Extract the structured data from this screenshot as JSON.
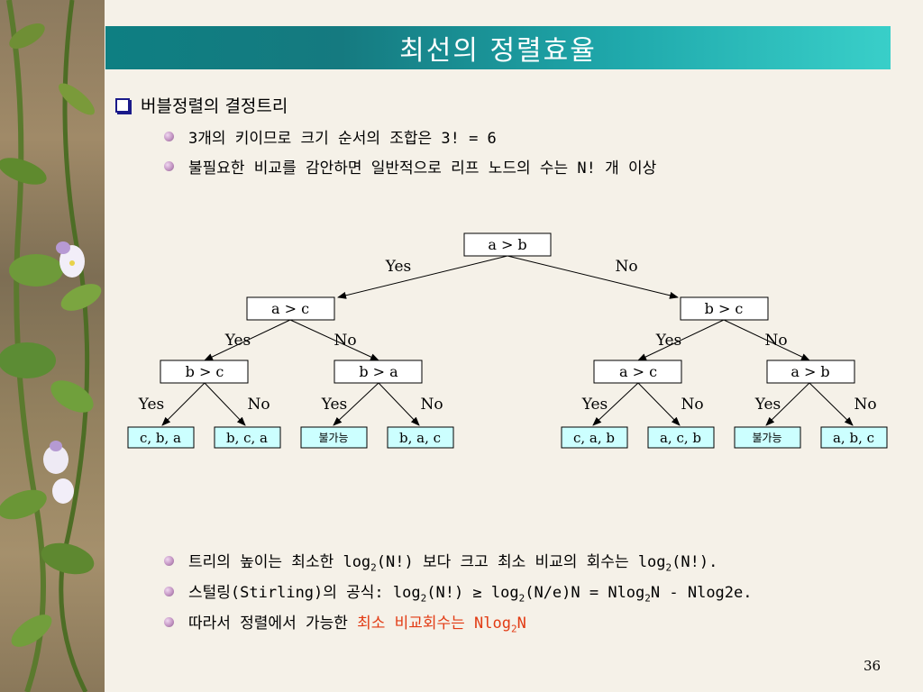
{
  "title": "최선의 정렬효율",
  "heading": "버블정렬의 결정트리",
  "top_bullets": [
    "3개의 키이므로 크기 순서의 조합은 3! = 6",
    "불필요한 비교를 감안하면 일반적으로 리프 노드의 수는 N! 개 이상"
  ],
  "tree": {
    "root": "a > b",
    "internal": [
      "a > c",
      "b > c",
      "b > c",
      "b > a",
      "a > c",
      "a > b"
    ],
    "leaves": [
      "c, b, a",
      "b, c, a",
      "불가능",
      "b, a, c",
      "c, a, b",
      "a, c, b",
      "불가능",
      "a, b, c"
    ],
    "yes_label": "Yes",
    "no_label": "No"
  },
  "bottom_bullets": {
    "b1": {
      "t1": "트리의 높이는 최소한 log",
      "s1": "2",
      "t2": "(N!) 보다 크고 최소 비교의 회수는 log",
      "s2": "2",
      "t3": "(N!)."
    },
    "b2": {
      "t1": "스털링(Stirling)의 공식: log",
      "s1": "2",
      "t2": "(N!) ≥ log",
      "s2": "2",
      "t3": "(N/e)N = Nlog",
      "s3": "2",
      "t4": "N - Nlog2e."
    },
    "b3": {
      "t1": "따라서 정렬에서 가능한 ",
      "r1": "최소 비교회수는 Nlog",
      "rs1": "2",
      "r2": "N"
    }
  },
  "page_number": "36",
  "colors": {
    "title_bar_start": "#0e7f82",
    "title_bar_end": "#39cfc9",
    "leaf_fill": "#ccffff",
    "highlight": "#e23b14"
  }
}
